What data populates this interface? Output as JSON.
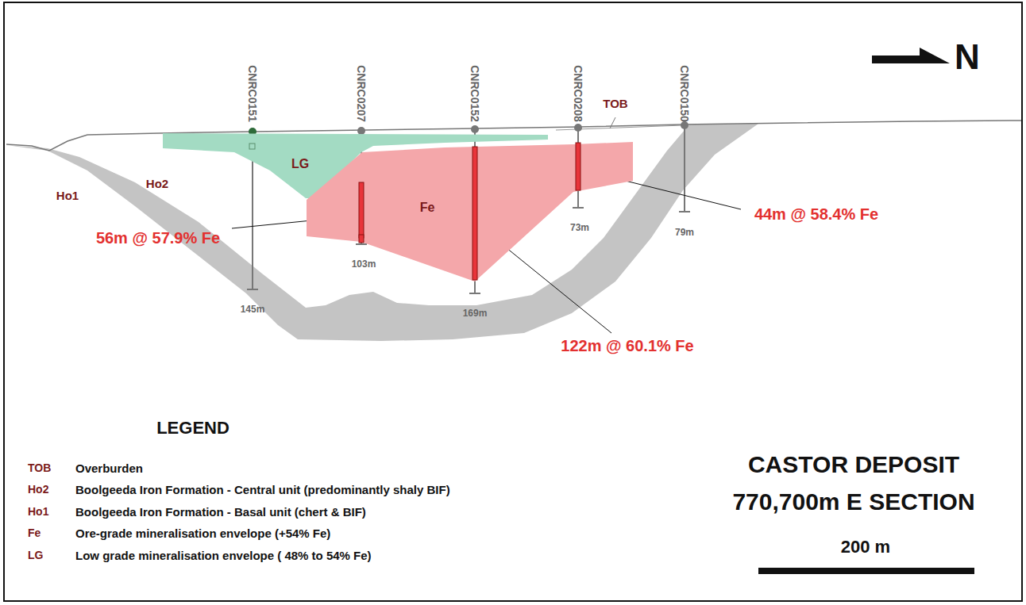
{
  "diagram": {
    "title": "CASTOR DEPOSIT",
    "caption": "770,700m E SECTION",
    "nodes": [
      {
        "text": [
          "LG"
        ]
      },
      {
        "text": [
          "Fe"
        ]
      }
    ],
    "labels": [
      "CNRC0151",
      "CNRC0207",
      "CNRC0152",
      "CNRC0208",
      "CNRC0150",
      "TOB",
      "Ho1",
      "Ho2",
      "56m @ 57.9% Fe",
      "122m @ 60.1% Fe",
      "44m @ 58.4% Fe",
      "145m",
      "103m",
      "169m",
      "73m",
      "79m",
      "N",
      "LEGEND",
      "TOB",
      "Ho2",
      "Ho1",
      "Fe",
      "LG",
      "200 m"
    ],
    "legend": [
      {
        "text": "Overburden"
      },
      {
        "text": "Boolgeeda Iron Formation - Central unit (predominantly shaly BIF)"
      },
      {
        "text": "Boolgeeda Iron Formation - Basal unit (chert & BIF)"
      },
      {
        "text": "Ore-grade mineralisation envelope (+54% Fe)"
      },
      {
        "text": "Low grade mineralisation envelope ( 48% to 54% Fe)"
      }
    ]
  }
}
